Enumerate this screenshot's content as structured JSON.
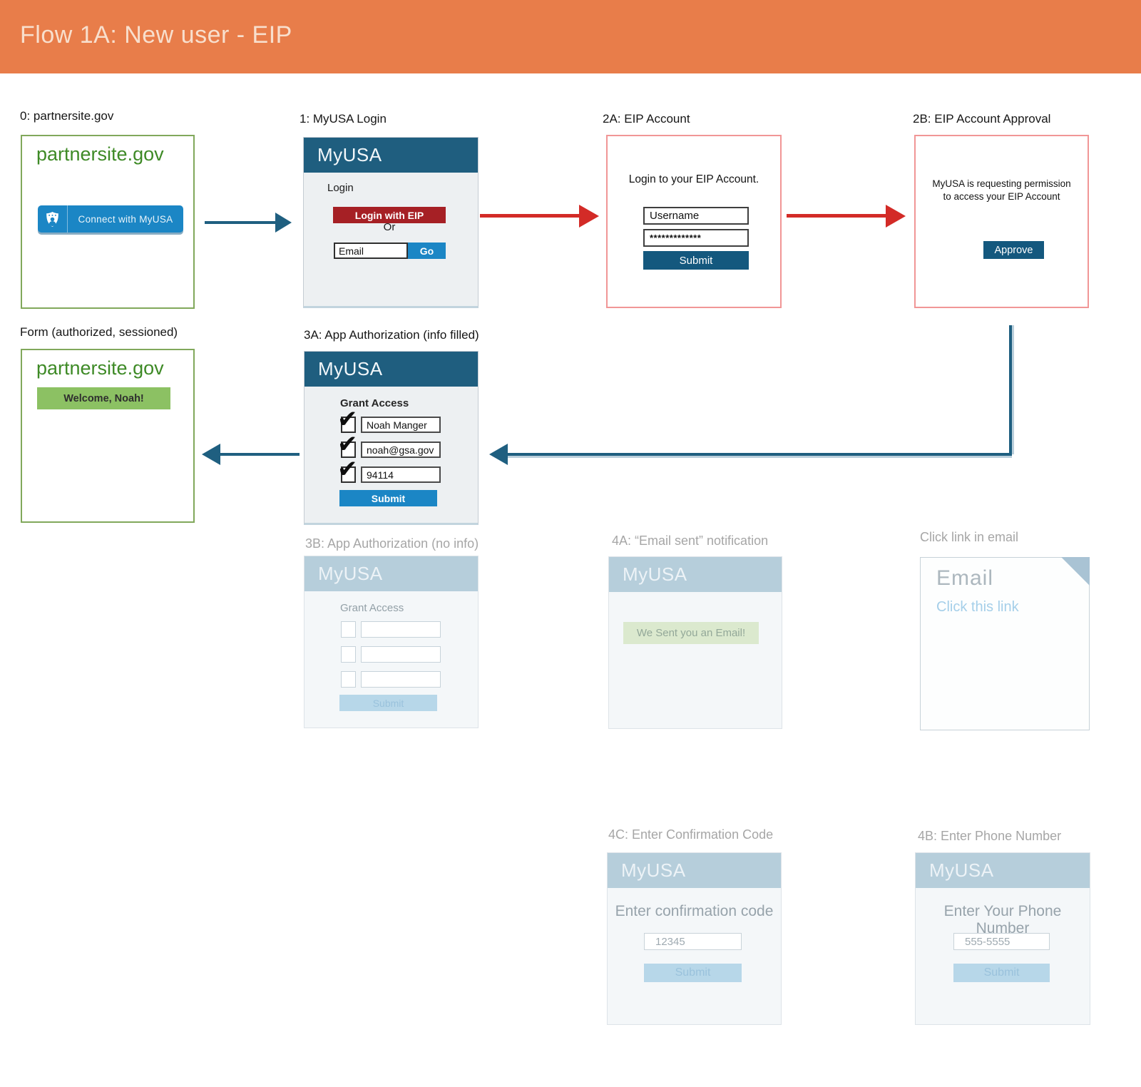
{
  "header": {
    "title": "Flow 1A: New user - EIP"
  },
  "colors": {
    "header_bg": "#E87D4A",
    "brand_dark_blue": "#1F5E7F",
    "brand_blue": "#1B86C5",
    "eip_red": "#A62025",
    "arrow_red": "#D32B27",
    "arrow_teal": "#1F5F80",
    "green_border": "#81A85B",
    "green_text": "#3E8A26",
    "welcome_green": "#8CC163",
    "red_border": "#F19696",
    "faded_header": "#B6CEDB",
    "faded_submit": "#B7D7E9"
  },
  "nodes": {
    "partnersite": {
      "label": "0: partnersite.gov",
      "site_title": "partnersite.gov",
      "connect_button": "Connect with MyUSA"
    },
    "myusa_login": {
      "label": "1: MyUSA Login",
      "app_title": "MyUSA",
      "section_heading": "Login",
      "eip_button": "Login with EIP",
      "divider": "Or",
      "email_value": "Email",
      "go_button": "Go"
    },
    "eip_account": {
      "label": "2A: EIP Account",
      "heading": "Login to your EIP Account.",
      "username_value": "Username",
      "password_value": "*************",
      "submit_button": "Submit"
    },
    "eip_approval": {
      "label": "2B: EIP Account Approval",
      "message": "MyUSA is requesting permission to access your EIP Account",
      "approve_button": "Approve"
    },
    "form_done": {
      "label": "Form (authorized, sessioned)",
      "site_title": "partnersite.gov",
      "welcome_banner": "Welcome, Noah!"
    },
    "app_auth_filled": {
      "label": "3A: App Authorization (info filled)",
      "app_title": "MyUSA",
      "heading": "Grant Access",
      "fields": [
        "Noah Manger",
        "noah@gsa.gov",
        "94114"
      ],
      "submit_button": "Submit"
    },
    "app_auth_empty": {
      "label": "3B: App Authorization (no info)",
      "app_title": "MyUSA",
      "heading": "Grant Access",
      "submit_button": "Submit"
    },
    "email_sent": {
      "label": "4A: “Email sent” notification",
      "app_title": "MyUSA",
      "banner": "We Sent you an Email!"
    },
    "email_doc": {
      "label": "Click link in email",
      "title": "Email",
      "link_text": "Click this link"
    },
    "confirm_code": {
      "label": "4C: Enter Confirmation Code",
      "app_title": "MyUSA",
      "heading": "Enter confirmation code",
      "code_value": "12345",
      "submit_button": "Submit"
    },
    "phone_number": {
      "label": "4B: Enter Phone Number",
      "app_title": "MyUSA",
      "heading": "Enter Your Phone Number",
      "phone_value": "555-5555",
      "submit_button": "Submit"
    }
  }
}
